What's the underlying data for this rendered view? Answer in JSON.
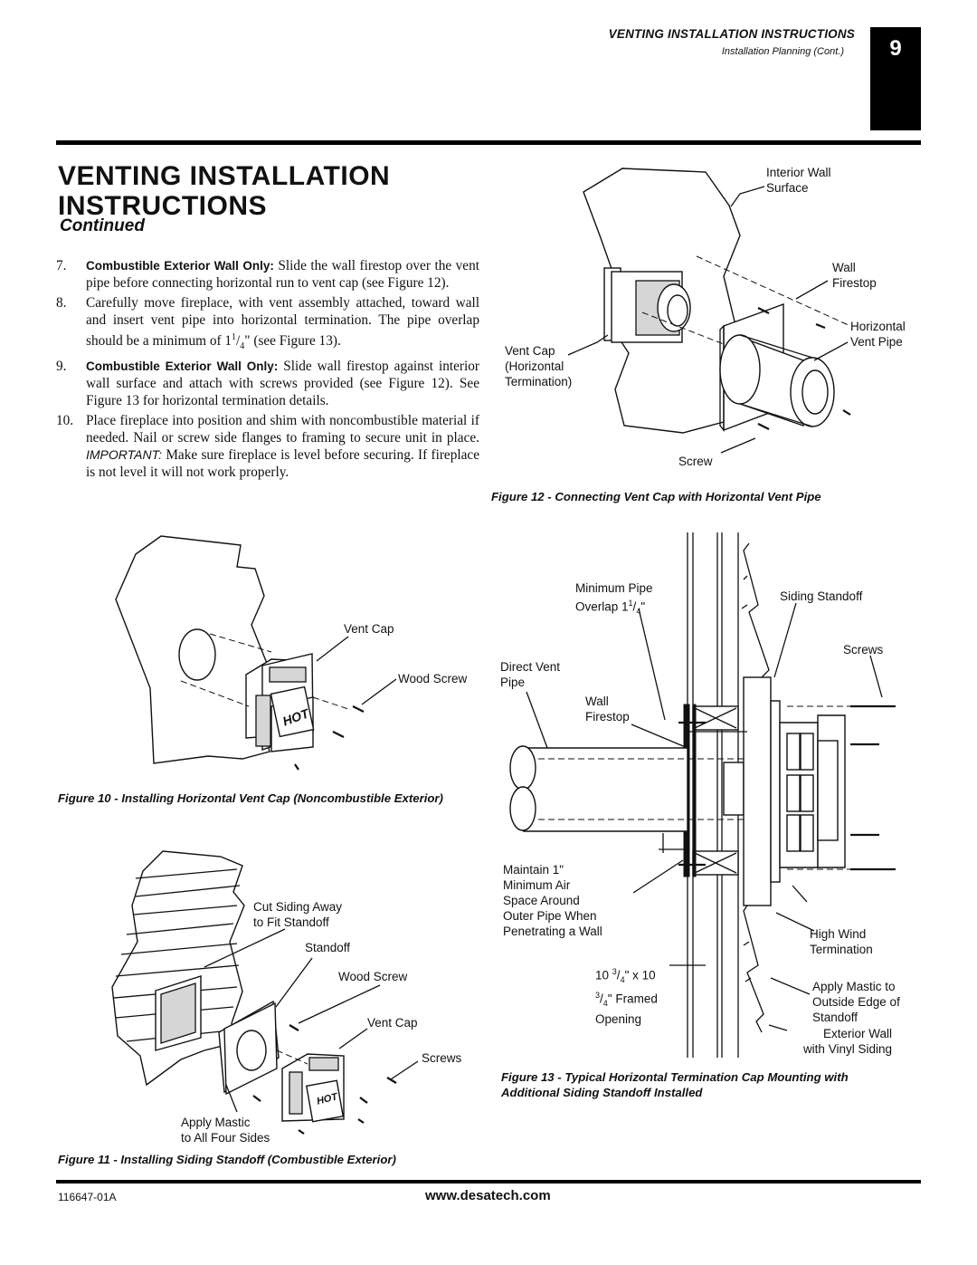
{
  "header": {
    "section_title": "VENTING INSTALLATION INSTRUCTIONS",
    "subsection": "Installation Planning (Cont.)",
    "page_number": "9"
  },
  "main_title_line1": "VENTING INSTALLATION",
  "main_title_line2": "INSTRUCTIONS",
  "continued": "Continued",
  "steps": [
    {
      "num": "7.",
      "bold": "Combustible Exterior Wall Only:",
      "text": " Slide the wall firestop over the vent pipe before connecting horizontal run to vent cap (see Figure 12)."
    },
    {
      "num": "8.",
      "text_a": "Carefully move fireplace, with vent assembly attached, toward wall and insert vent pipe into horizontal termination. The pipe overlap should be a minimum of 1",
      "sup": "1",
      "sub": "4",
      "text_b": "\" (see Figure 13)."
    },
    {
      "num": "9.",
      "bold": "Combustible Exterior Wall Only:",
      "text": " Slide wall firestop against interior wall surface and attach with screws provided (see Figure 12). See Figure 13 for horizontal termination details."
    },
    {
      "num": "10.",
      "text_a": "Place fireplace into position and shim with noncombustible material if needed. Nail or screw side flanges to framing to secure unit in place. ",
      "important": "IMPORTANT:",
      "text_b": " Make sure fireplace is level before securing. If fireplace is not level it will not work properly."
    }
  ],
  "figures": {
    "fig10": {
      "caption": "Figure 10 - Installing Horizontal Vent Cap (Noncombustible Exterior)",
      "labels": {
        "vent_cap": "Vent Cap",
        "wood_screw": "Wood Screw",
        "hot": "HOT"
      }
    },
    "fig11": {
      "caption": "Figure 11 - Installing Siding Standoff (Combustible Exterior)",
      "labels": {
        "cut_siding_1": "Cut Siding Away",
        "cut_siding_2": "to Fit Standoff",
        "standoff": "Standoff",
        "wood_screw": "Wood Screw",
        "vent_cap": "Vent Cap",
        "screws": "Screws",
        "apply_mastic_1": "Apply Mastic",
        "apply_mastic_2": "to All Four Sides",
        "hot": "HOT"
      }
    },
    "fig12": {
      "caption": "Figure 12 - Connecting Vent Cap with Horizontal Vent Pipe",
      "labels": {
        "interior_wall_1": "Interior Wall",
        "interior_wall_2": "Surface",
        "wall_firestop_1": "Wall",
        "wall_firestop_2": "Firestop",
        "horizontal_pipe_1": "Horizontal",
        "horizontal_pipe_2": "Vent Pipe",
        "vent_cap_1": "Vent Cap",
        "vent_cap_2": "(Horizontal",
        "vent_cap_3": "Termination)",
        "screw": "Screw"
      }
    },
    "fig13": {
      "caption_line1": "Figure 13 - Typical Horizontal Termination Cap Mounting with",
      "caption_line2": "Additional Siding Standoff Installed",
      "labels": {
        "min_overlap_1": "Minimum Pipe",
        "min_overlap_2": "Overlap 1",
        "min_overlap_sup": "1",
        "min_overlap_sub": "4",
        "min_overlap_end": "\"",
        "siding_standoff": "Siding Standoff",
        "screws": "Screws",
        "direct_vent_1": "Direct Vent",
        "direct_vent_2": "Pipe",
        "wall_firestop_1": "Wall",
        "wall_firestop_2": "Firestop",
        "maintain_1": "Maintain 1\"",
        "maintain_2": "Minimum Air",
        "maintain_3": "Space Around",
        "maintain_4": "Outer Pipe When",
        "maintain_5": "Penetrating a Wall",
        "high_wind_1": "High Wind",
        "high_wind_2": "Termination",
        "framed_1a": "10 ",
        "framed_1sup": "3",
        "framed_1sub": "4",
        "framed_1b": "\" x 10",
        "framed_2sup": "3",
        "framed_2sub": "4",
        "framed_2b": "\" Framed",
        "framed_3": "Opening",
        "mastic_1": "Apply Mastic to",
        "mastic_2": "Outside Edge of",
        "mastic_3": "Standoff",
        "ext_wall_1": "Exterior Wall",
        "ext_wall_2": "with Vinyl Siding"
      }
    }
  },
  "footer": {
    "code": "116647-01A",
    "url": "www.desatech.com"
  }
}
